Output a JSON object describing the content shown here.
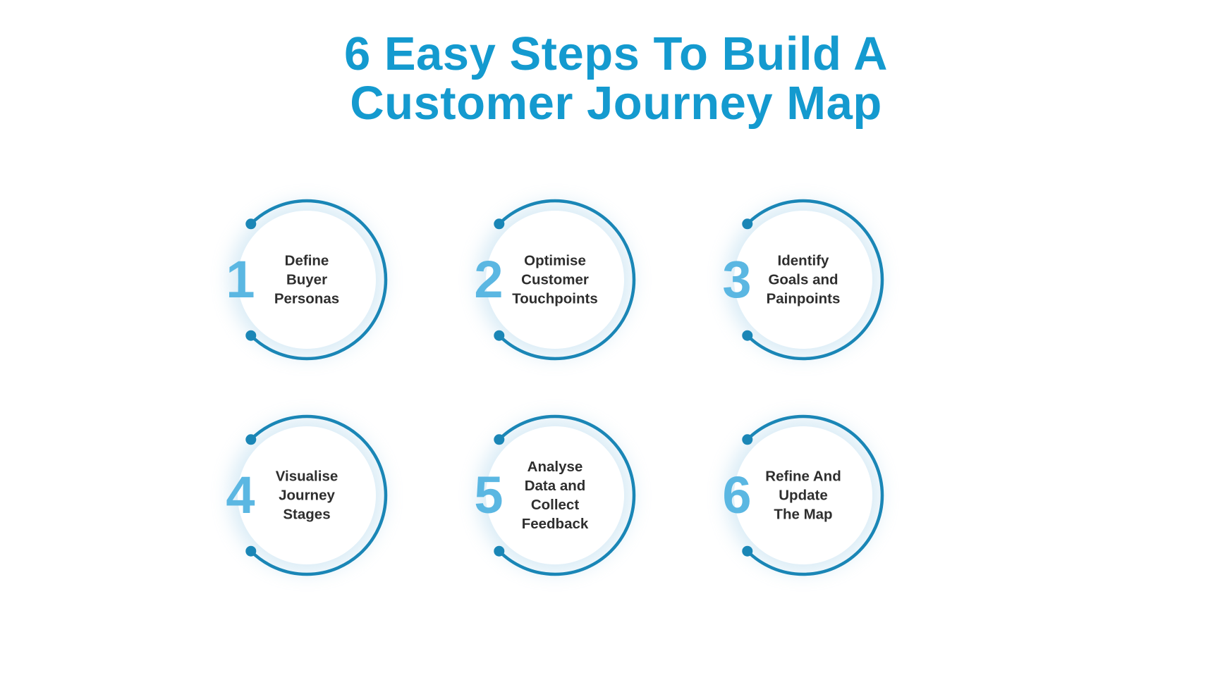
{
  "title": "6 Easy Steps To Build A\nCustomer Journey Map",
  "colors": {
    "title_blue": "#149ACF",
    "number_blue": "#5BB7E2",
    "arc_blue": "#1A86B6",
    "label_dark": "#2E2E2E",
    "glow_blue": "#8CC4E2",
    "background": "#FFFFFF"
  },
  "steps": [
    {
      "number": "1",
      "label": "Define\nBuyer\nPersonas"
    },
    {
      "number": "2",
      "label": "Optimise\nCustomer\nTouchpoints"
    },
    {
      "number": "3",
      "label": "Identify\nGoals and\nPainpoints"
    },
    {
      "number": "4",
      "label": "Visualise\nJourney\nStages"
    },
    {
      "number": "5",
      "label": "Analyse\nData and\nCollect\nFeedback"
    },
    {
      "number": "6",
      "label": "Refine And\nUpdate\nThe Map"
    }
  ]
}
